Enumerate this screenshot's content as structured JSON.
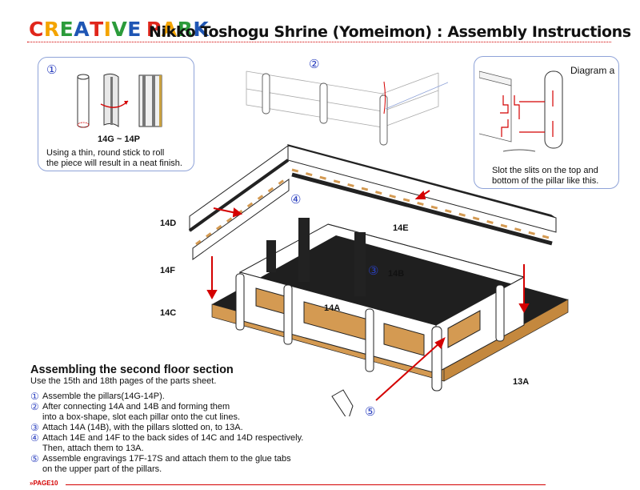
{
  "header": {
    "logo_letters": [
      {
        "ch": "C",
        "color": "#e0261b"
      },
      {
        "ch": "R",
        "color": "#f4a400"
      },
      {
        "ch": "E",
        "color": "#2b9b3a"
      },
      {
        "ch": "A",
        "color": "#1f56b4"
      },
      {
        "ch": "T",
        "color": "#e0261b"
      },
      {
        "ch": "I",
        "color": "#f4a400"
      },
      {
        "ch": "V",
        "color": "#2b9b3a"
      },
      {
        "ch": "E",
        "color": "#1f56b4"
      },
      {
        "ch": " ",
        "color": "#000000"
      },
      {
        "ch": "P",
        "color": "#e0261b"
      },
      {
        "ch": "A",
        "color": "#f4a400"
      },
      {
        "ch": "R",
        "color": "#2b9b3a"
      },
      {
        "ch": "K",
        "color": "#1f56b4"
      }
    ],
    "title": "Nikko Toshogu Shrine (Yomeimon) : Assembly Instructions"
  },
  "panel1": {
    "number": "①",
    "caption": "14G ~ 14P",
    "note_line1": "Using a thin, round stick to roll",
    "note_line2": "the piece will result in a neat finish."
  },
  "step2": {
    "number": "②"
  },
  "diagram_a": {
    "label": "Diagram a",
    "note_line1": "Slot the slits on the top and",
    "note_line2": "bottom of the pillar like this."
  },
  "labels": {
    "step4_number": "④",
    "step3_number": "③",
    "step5_number": "⑤",
    "p14D": "14D",
    "p14E": "14E",
    "p14F": "14F",
    "p14B": "14B",
    "p14C": "14C",
    "p14A": "14A",
    "p13A": "13A"
  },
  "instructions": {
    "heading": "Assembling the second floor section",
    "subheading": "Use the 15th and 18th pages of the parts sheet.",
    "steps": [
      {
        "num": "①",
        "lines": [
          "Assemble  the pillars(14G-14P)."
        ]
      },
      {
        "num": "②",
        "lines": [
          "After connecting 14A and 14B and forming them",
          "into a box-shape, slot each pillar onto the cut lines."
        ]
      },
      {
        "num": "③",
        "lines": [
          "Attach 14A (14B), with the pillars slotted on, to 13A."
        ]
      },
      {
        "num": "④",
        "lines": [
          "Attach 14E and 14F to the back sides of 14C and 14D respectively.",
          "Then, attach them to 13A."
        ]
      },
      {
        "num": "⑤",
        "lines": [
          "Assemble engravings 17F-17S and attach them to the glue tabs",
          "on the upper part of the pillars."
        ]
      }
    ]
  },
  "footer": {
    "page_label": "PAGE10"
  },
  "colors": {
    "accent_red": "#d40000",
    "panel_border": "#8fa3d8",
    "step_blue": "#2a3fbf",
    "wood": "#d49a52",
    "dark": "#1e1e1e"
  }
}
